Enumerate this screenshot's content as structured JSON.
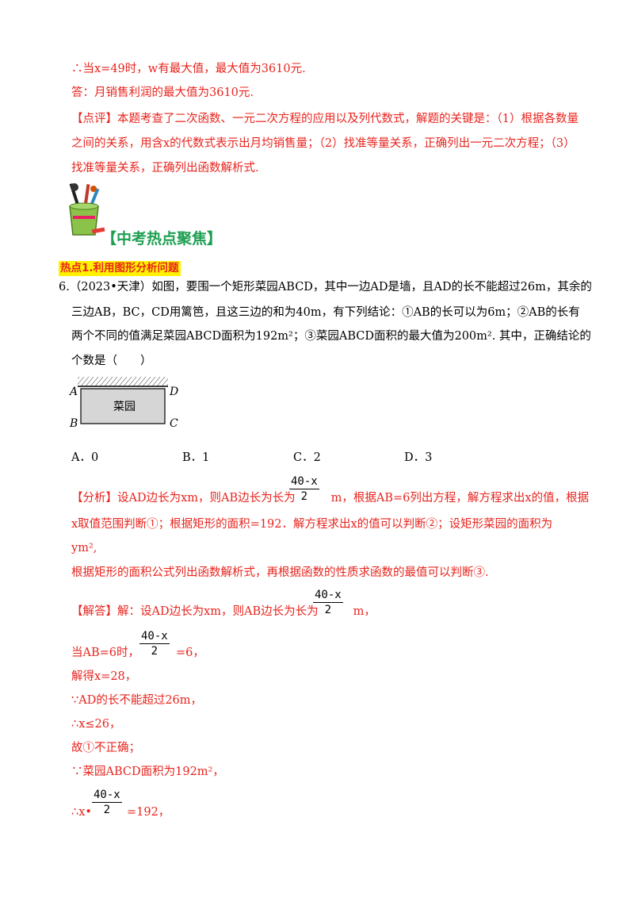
{
  "intro": {
    "line1": "∴当x=49时，w有最大值，最大值为3610元.",
    "line2": "答：月销售利润的最大值为3610元.",
    "comment_label": "【点评】",
    "comment_text": "本题考查了二次函数、一元二次方程的应用以及列代数式，解题的关键是：（1）根据各数量之间的关系，用含x的代数式表示出月均销售量；（2）找准等量关系，正确列出一元二次方程；（3）找准等量关系，正确列出函数解析式."
  },
  "section": {
    "title": "【中考热点聚焦】",
    "hotspot_label": "热点1.利用图形分析问题"
  },
  "problem": {
    "number": "6.",
    "source": "（2023•天津）",
    "text_line1": "如图，要围一个矩形菜园ABCD，其中一边AD是墙，且AD的长不能超过26m，其余的",
    "text_line2": "三边AB，BC，CD用篱笆，且这三边的和为40m，有下列结论：①AB的长可以为6m；②AB的长有",
    "text_line3": "两个不同的值满足菜园ABCD面积为192m²；③菜园ABCD面积的最大值为200m². 其中，正确结论的",
    "text_line4": "个数是（　　）",
    "diagram": {
      "label_a": "A",
      "label_b": "B",
      "label_c": "C",
      "label_d": "D",
      "garden_label": "菜园"
    },
    "options": [
      "A．0",
      "B．1",
      "C．2",
      "D．3"
    ]
  },
  "analysis": {
    "label": "【分析】",
    "line1": "设AD边长为xm，则AB边长为长为",
    "line1_after": "m，根据AB=6列出方程，解方程求出x的值，根据",
    "line2": "x取值范围判断①；根据矩形的面积=192．解方程求出x的值可以判断②；设矩形菜园的面积为",
    "line3": "ym²,",
    "line4": "根据矩形的面积公式列出函数解析式，再根据函数的性质求函数的最值可以判断③.",
    "frac_num": "40-x",
    "frac_den": "2"
  },
  "solution": {
    "label": "【解答】",
    "line1": "解：设AD边长为xm，则AB边长为长为",
    "line1_after": "m，",
    "line2_before": "当AB=6时，",
    "line2_after": "=6，",
    "line3": "解得x=28，",
    "line4": "∵AD的长不能超过26m，",
    "line5": "∴x≤26，",
    "line6": "故①不正确；",
    "line7": "∵菜园ABCD面积为192m²，",
    "line8_before": "∴x•",
    "line8_after": "=192，"
  }
}
